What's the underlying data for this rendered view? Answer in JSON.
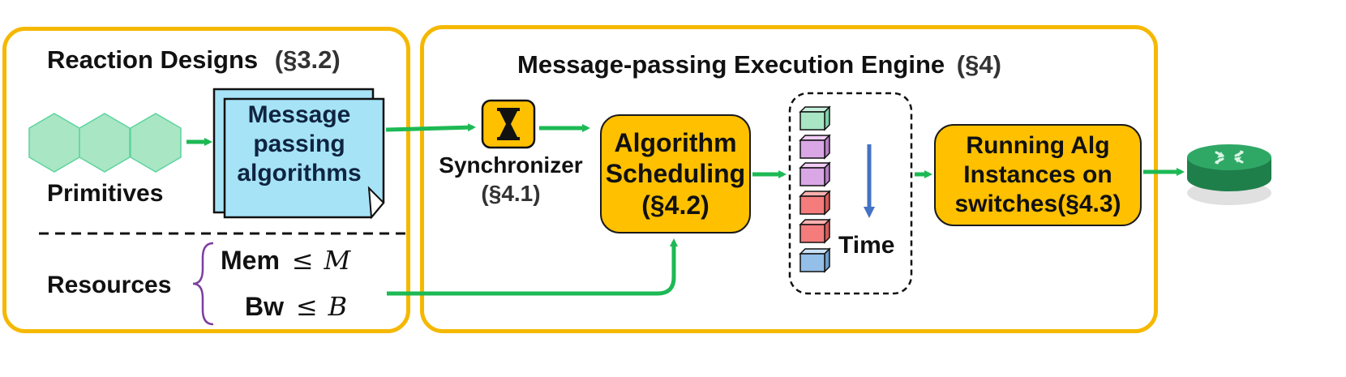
{
  "left_panel": {
    "title": "Reaction Designs",
    "title_ref": "(§3.2)",
    "primitives_label": "Primitives",
    "doc_lines": [
      "Message",
      "passing",
      "algorithms"
    ],
    "resources_label": "Resources",
    "mem_label": "Mem",
    "mem_op": "≤",
    "mem_var": "M",
    "bw_label": "Bw",
    "bw_op": "≤",
    "bw_var": "B"
  },
  "right_panel": {
    "title": "Message-passing Execution Engine",
    "title_ref": "(§4)",
    "synchronizer_label": "Synchronizer",
    "synchronizer_ref": "(§4.1)",
    "scheduling_lines": [
      "Algorithm",
      "Scheduling",
      "(§4.2)"
    ],
    "queue_label": "Time",
    "running_lines": [
      "Running Alg",
      "Instances on",
      "switches(§4.3)"
    ]
  },
  "colors": {
    "panel_border": "#f5b800",
    "orange_fill": "#ffc000",
    "arrow_green": "#1db954",
    "hexagon_fill": "#a8e6c4",
    "doc_fill": "#a6e3f7",
    "time_arrow": "#4472c4",
    "brace": "#7b3fa0"
  },
  "icons": [
    "hexagon-icon",
    "document-stack-icon",
    "hourglass-icon",
    "cube-icon",
    "router-icon"
  ]
}
